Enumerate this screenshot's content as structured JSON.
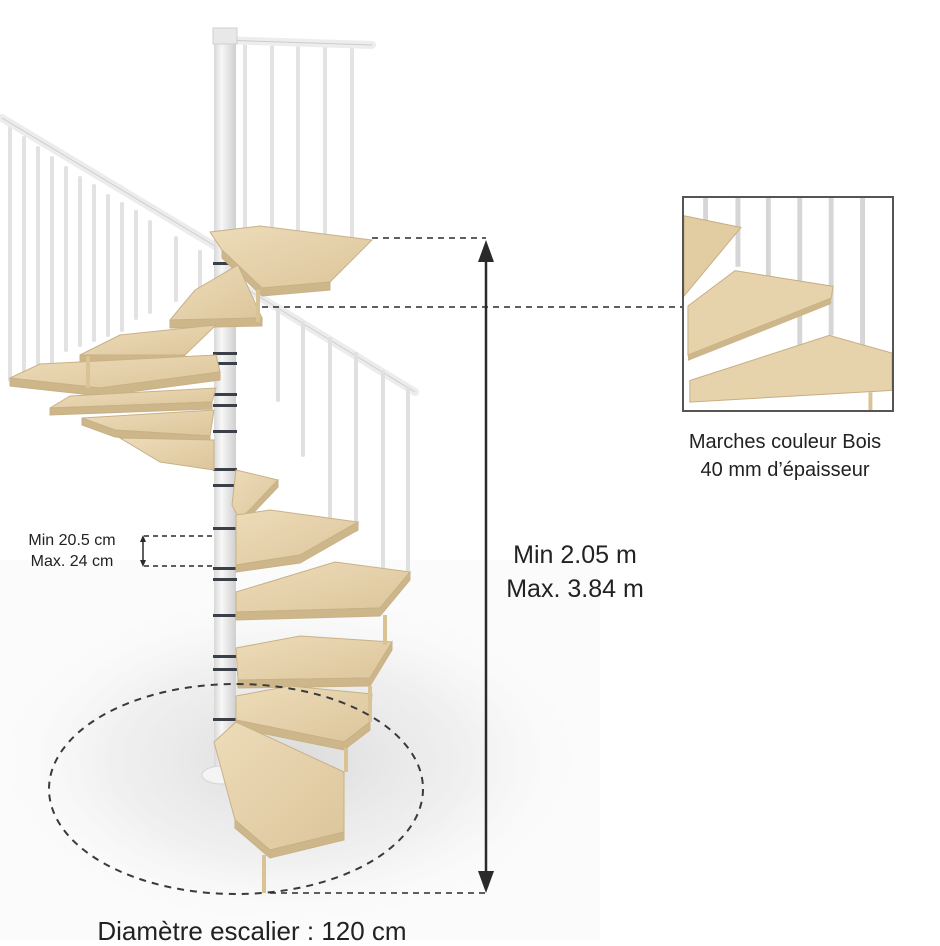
{
  "diagram": {
    "subject": "Spiral staircase with wooden treads and white metal balustrade",
    "colors": {
      "background": "#ffffff",
      "tread_wood": "#e6d3ad",
      "tread_edge": "#cdb68a",
      "metal_white": "#f1f1f1",
      "metal_shade": "#cfcfcf",
      "spacer_dark": "#3a3f48",
      "annotation_line": "#222222",
      "floor_shadow": "#dcdcdc"
    }
  },
  "annotations": {
    "step_rise": {
      "min": "Min 20.5 cm",
      "max": "Max. 24 cm"
    },
    "total_height": {
      "min": "Min 2.05 m",
      "max": "Max. 3.84 m"
    },
    "tread_detail": {
      "line1": "Marches couleur Bois",
      "line2": "40 mm d’épaisseur"
    },
    "diameter": {
      "label": "Diamètre escalier : 120 cm"
    }
  }
}
